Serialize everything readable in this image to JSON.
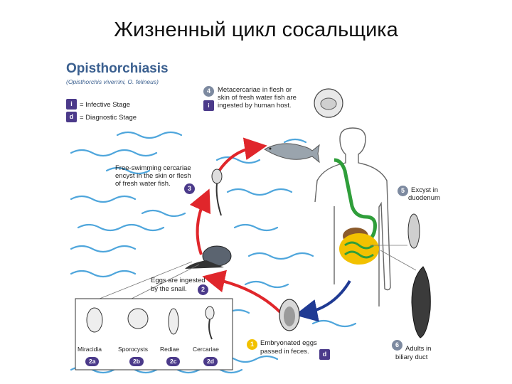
{
  "slide": {
    "title": "Жизненный цикл сосальщика"
  },
  "figure": {
    "heading": "Opisthorchiasis",
    "subheading": "(Opisthorchis viverrini, O. felineus)",
    "legend": {
      "infective_symbol": "i",
      "infective_label": "= Infective Stage",
      "diagnostic_symbol": "d",
      "diagnostic_label": "= Diagnostic Stage"
    },
    "stages": {
      "s1": {
        "num": "1",
        "label_line1": "Embryonated eggs",
        "label_line2": "passed in feces."
      },
      "s2": {
        "num": "2",
        "label_line1": "Eggs are ingested",
        "label_line2": "by the snail."
      },
      "s3": {
        "num": "3",
        "label_line1": "Free-swimming cercariae",
        "label_line2": "encyst in the skin or flesh",
        "label_line3": "of fresh water fish."
      },
      "s4": {
        "num": "4",
        "label_line1": "Metacercariae in flesh or",
        "label_line2": "skin of fresh water fish are",
        "label_line3": "ingested by human host."
      },
      "s5": {
        "num": "5",
        "label_line1": "Excyst in",
        "label_line2": "duodenum"
      },
      "s6": {
        "num": "6",
        "label_line1": "Adults in",
        "label_line2": "biliary duct"
      }
    },
    "snail_box": {
      "items": [
        {
          "label": "Miracidia",
          "badge": "2a"
        },
        {
          "label": "Sporocysts",
          "badge": "2b"
        },
        {
          "label": "Rediae",
          "badge": "2c"
        },
        {
          "label": "Cercariae",
          "badge": "2d"
        }
      ]
    },
    "colors": {
      "arrow_red": "#e0262b",
      "arrow_blue": "#1f3a93",
      "water_blue": "#4fa6dc",
      "gut_green": "#2f9e3a",
      "badge_purple": "#4b3a8a",
      "badge_yellow": "#f2c100"
    }
  }
}
